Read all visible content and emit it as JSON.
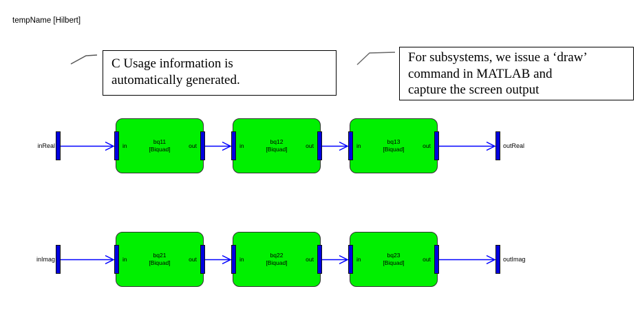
{
  "header": {
    "title": "tempName [Hilbert]"
  },
  "annotations": [
    {
      "lines": [
        "C Usage information is",
        "automatically generated."
      ]
    },
    {
      "lines": [
        "For subsystems, we issue a ‘draw’",
        "command in MATLAB and",
        "capture the screen output"
      ]
    }
  ],
  "diagram": {
    "port_in_label": "in",
    "port_out_label": "out",
    "rows": [
      {
        "input_label": "inReal",
        "output_label": "outReal",
        "blocks": [
          {
            "name": "bq11",
            "type": "[Biquad]"
          },
          {
            "name": "bq12",
            "type": "[Biquad]"
          },
          {
            "name": "bq13",
            "type": "[Biquad]"
          }
        ]
      },
      {
        "input_label": "inImag",
        "output_label": "outImag",
        "blocks": [
          {
            "name": "bq21",
            "type": "[Biquad]"
          },
          {
            "name": "bq22",
            "type": "[Biquad]"
          },
          {
            "name": "bq23",
            "type": "[Biquad]"
          }
        ]
      }
    ]
  },
  "colors": {
    "block_fill": "#00f000",
    "signal_line": "#0000ff",
    "port_marker": "#0000e0",
    "background": "#ffffff"
  }
}
